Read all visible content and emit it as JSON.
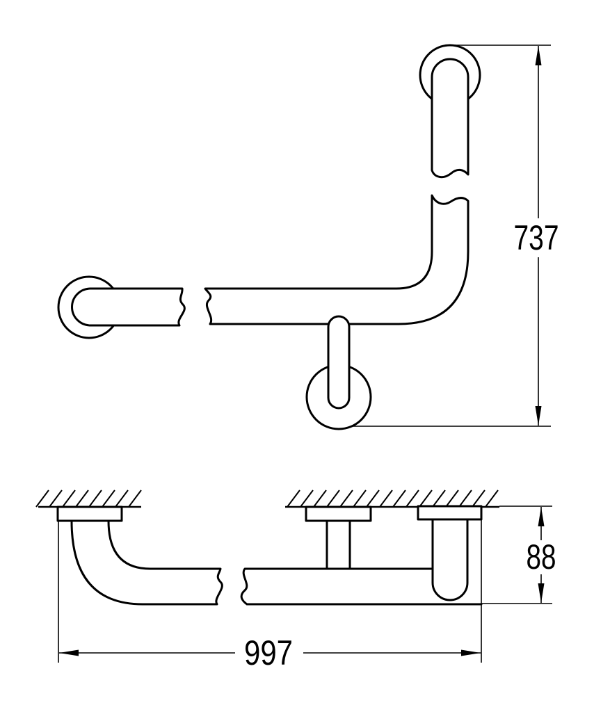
{
  "colors": {
    "background": "#ffffff",
    "line": "#000000"
  },
  "dimensions": {
    "overall_height": "737",
    "wall_offset_depth": "88",
    "overall_width": "997"
  }
}
